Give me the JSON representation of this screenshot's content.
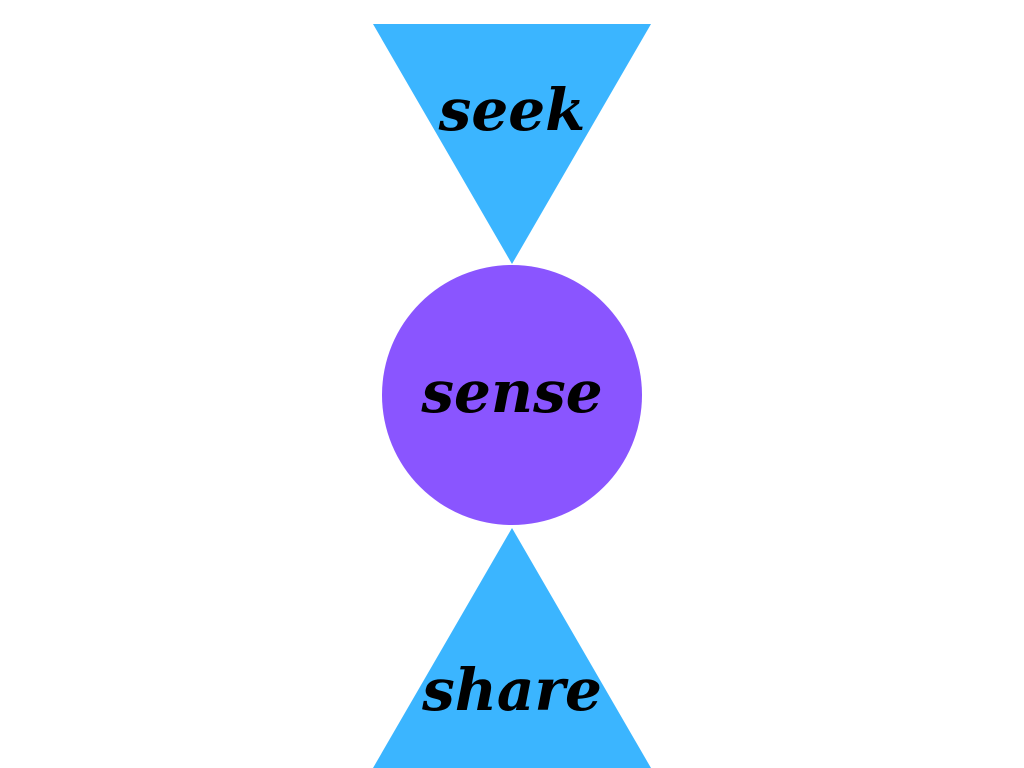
{
  "diagram": {
    "colors": {
      "triangle": "#3BB5FF",
      "circle": "#8A55FF",
      "text": "#000000",
      "background": "#FFFFFF"
    },
    "top": {
      "label": "seek",
      "shape": "triangle-down"
    },
    "middle": {
      "label": "sense",
      "shape": "circle"
    },
    "bottom": {
      "label": "share",
      "shape": "triangle-up"
    }
  }
}
